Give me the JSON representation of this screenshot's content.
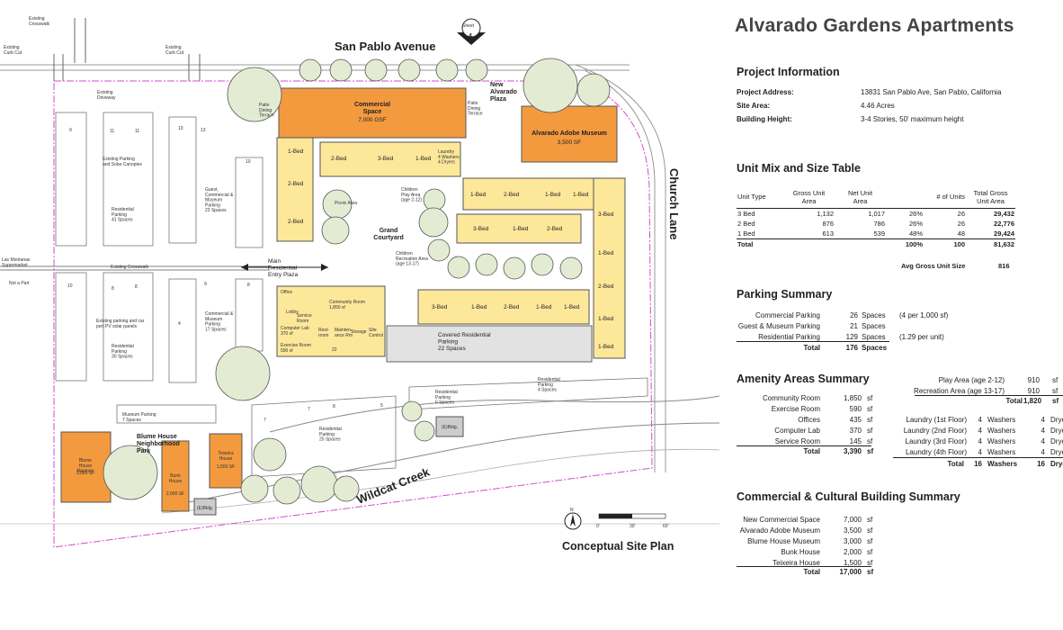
{
  "page_title": "Alvarado Gardens Apartments",
  "plan_title": "Conceptual Site Plan",
  "sheet": {
    "label": "Sheet",
    "number": "4"
  },
  "scale": {
    "ticks": [
      "0'",
      "30'",
      "60'"
    ],
    "north": "N"
  },
  "streets": {
    "north": "San Pablo Avenue",
    "east": "Church Lane",
    "creek": "Wildcat Creek"
  },
  "labels": {
    "existing_crosswalk_top": "Existing\nCrosswalk",
    "existing_curb_cut_left": "Existing\nCurb Cut",
    "existing_curb_cut_mid": "Existing\nCurb Cut",
    "existing_driveway": "Existing\nDriveway",
    "existing_parking_solar": "Existing Parking\nand Solar Canopies",
    "existing_crosswalk_mid": "Existing Crosswalk",
    "existing_parking_pv": "Existing parking and car\nport PV solar panels",
    "las_montanas": "Las Montanas\nSupermarket",
    "not_a_part": "Not a Part",
    "res_parking_41": "Residential\nParking\n41 Spaces",
    "res_parking_30": "Residential\nParking\n30 Spaces",
    "guest_parking": "Guest,\nCommercial &\nMuseum\nParking\n23 Spaces",
    "comm_museum_parking": "Commercial &\nMuseum\nParking\n17 Spaces",
    "museum_parking": "Museum Parking\n7 Spaces",
    "blume_park": "Blume House\nNeighborhood\nPark",
    "main_entry": "Main\nResidential\nEntry Plaza",
    "grand_courtyard": "Grand\nCourtyard",
    "patio_left": "Patio\nDining\nTerrace",
    "patio_right": "Patio\nDining\nTerrace",
    "new_plaza": "New\nAlvarado\nPlaza",
    "commercial_space": "Commercial\nSpace",
    "commercial_area": "7,000 GSF",
    "museum_title": "Alvarado Adobe Museum",
    "museum_area": "3,500 SF",
    "blume_museum": "Blume\nHouse\nMuseum",
    "blume_area": "3,000 SF",
    "bunk_house": "Bunk\nHouse",
    "bunk_area": "2,000 SF",
    "teixeira_house": "Teixeira\nHouse",
    "teixeira_area": "1,500 SF",
    "e_bldg_1": "(E)Bldg.",
    "e_bldg_2": "(E)Bldg.",
    "covered_parking": "Covered Residential\nParking\n22 Spaces",
    "res_parking_25": "Residential\nParking\n25 Spaces",
    "res_parking_6": "Residential\nParking\n6 Spaces",
    "res_parking_4": "Residential\nParking\n4 Spaces",
    "laundry": "Laundry\n4 Washers\n4 Dryers",
    "lobby": "Lobby",
    "community_room": "Community Room\n1,850 sf",
    "exercise_room": "Exercise Room\n590 sf",
    "computer_lab": "Computer Lab\n370 sf",
    "storage": "Storage",
    "site_control": "Site\nControl",
    "service_room": "Service\nRoom",
    "office": "Office",
    "mainten_rm": "Mainten-\nance Rm",
    "rest_room": "Rest-\nroom",
    "bed1": "1-Bed",
    "bed2": "2-Bed",
    "bed3": "3-Bed",
    "play_area": "Children\nPlay Area\n(age 2-12)",
    "rec_area": "Children\nRecreation Area\n(age 13-17)",
    "picnic": "Picnic Area"
  },
  "stall_numbers": [
    "9",
    "11",
    "11",
    "10",
    "13",
    "10",
    "10",
    "8",
    "8",
    "9",
    "8",
    "4",
    "22",
    "7",
    "7",
    "8",
    "5"
  ],
  "project_info": {
    "heading": "Project Information",
    "rows": [
      {
        "k": "Project Address:",
        "v": "13831 San Pablo Ave, San Pablo, California"
      },
      {
        "k": "Site Area:",
        "v": "4.46 Acres"
      },
      {
        "k": "Building Height:",
        "v": "3-4 Stories, 50' maximum height"
      }
    ]
  },
  "unit_mix": {
    "heading": "Unit Mix and Size Table",
    "headers": [
      "Unit Type",
      "Gross Unit\nArea",
      "Net Unit\nArea",
      "",
      "# of Units",
      "Total Gross\nUnit Area"
    ],
    "rows": [
      [
        "3 Bed",
        "1,132",
        "1,017",
        "26%",
        "26",
        "29,432"
      ],
      [
        "2 Bed",
        "876",
        "786",
        "26%",
        "26",
        "22,776"
      ],
      [
        "1 Bed",
        "613",
        "539",
        "48%",
        "48",
        "29,424"
      ]
    ],
    "total": [
      "Total",
      "",
      "",
      "100%",
      "100",
      "81,632"
    ],
    "avg_label": "Avg Gross Unit Size",
    "avg_value": "816"
  },
  "parking_summary": {
    "heading": "Parking Summary",
    "rows": [
      {
        "k": "Commercial Parking",
        "n": "26",
        "u": "Spaces",
        "note": "(4 per 1,000 sf)"
      },
      {
        "k": "Guest & Museum Parking",
        "n": "21",
        "u": "Spaces",
        "note": ""
      },
      {
        "k": "Residential Parking",
        "n": "129",
        "u": "Spaces",
        "note": "(1.29 per unit)"
      }
    ],
    "total": {
      "k": "Total",
      "n": "176",
      "u": "Spaces"
    }
  },
  "amenity_summary": {
    "heading": "Amenity Areas Summary",
    "rows": [
      {
        "k": "Community Room",
        "n": "1,850",
        "u": "sf"
      },
      {
        "k": "Exercise Room",
        "n": "590",
        "u": "sf"
      },
      {
        "k": "Offices",
        "n": "435",
        "u": "sf"
      },
      {
        "k": "Computer Lab",
        "n": "370",
        "u": "sf"
      },
      {
        "k": "Service Room",
        "n": "145",
        "u": "sf"
      }
    ],
    "total": {
      "k": "Total",
      "n": "3,390",
      "u": "sf"
    },
    "play_rows": [
      {
        "k": "Play Area (age 2-12)",
        "n": "910",
        "u": "sf"
      },
      {
        "k": "Recreation Area (age 13-17)",
        "n": "910",
        "u": "sf"
      }
    ],
    "play_total": {
      "k": "Total",
      "n": "1,820",
      "u": "sf"
    },
    "laundry_rows": [
      {
        "k": "Laundry (1st Floor)",
        "w": "4",
        "wl": "Washers",
        "d": "4",
        "dl": "Dryers"
      },
      {
        "k": "Laundry (2nd Floor)",
        "w": "4",
        "wl": "Washers",
        "d": "4",
        "dl": "Dryers"
      },
      {
        "k": "Laundry (3rd Floor)",
        "w": "4",
        "wl": "Washers",
        "d": "4",
        "dl": "Dryers"
      },
      {
        "k": "Laundry (4th Floor)",
        "w": "4",
        "wl": "Washers",
        "d": "4",
        "dl": "Dryers"
      }
    ],
    "laundry_total": {
      "k": "Total",
      "w": "16",
      "wl": "Washers",
      "d": "16",
      "dl": "Dryers"
    }
  },
  "commercial_summary": {
    "heading": "Commercial & Cultural Building Summary",
    "rows": [
      {
        "k": "New Commercial Space",
        "n": "7,000",
        "u": "sf"
      },
      {
        "k": "Alvarado Adobe Museum",
        "n": "3,500",
        "u": "sf"
      },
      {
        "k": "Blume House Museum",
        "n": "3,000",
        "u": "sf"
      },
      {
        "k": "Bunk House",
        "n": "2,000",
        "u": "sf"
      },
      {
        "k": "Teixeira House",
        "n": "1,500",
        "u": "sf"
      }
    ],
    "total": {
      "k": "Total",
      "n": "17,000",
      "u": "sf"
    }
  },
  "colors": {
    "orange": "#f39a3f",
    "yellow": "#fde89a",
    "tree": "#e3ecd3",
    "boundary": "#d64ad0",
    "gray": "#cfcfcf"
  }
}
